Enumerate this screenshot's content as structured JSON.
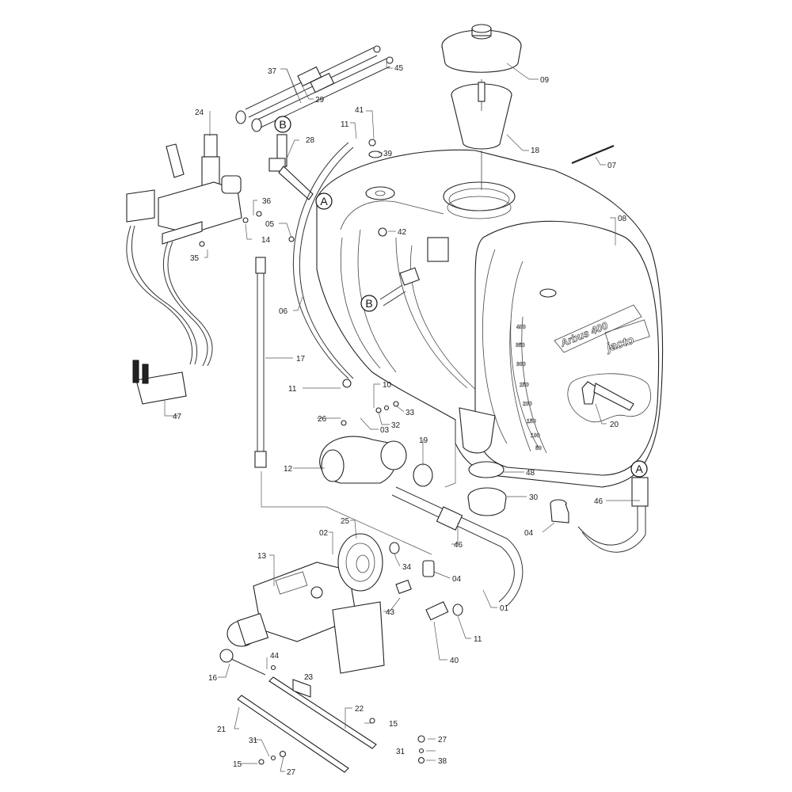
{
  "diagram": {
    "title": "Exploded parts view - sprayer tank, pump and control assembly",
    "tank": {
      "model_text": "Arbus 400",
      "brand_text": "jacto",
      "volume_graduations": [
        "400",
        "350",
        "300",
        "250",
        "200",
        "150",
        "100",
        "50"
      ]
    },
    "connectors": [
      {
        "id": "conn-b-top",
        "letter": "B"
      },
      {
        "id": "conn-a-top",
        "letter": "A"
      },
      {
        "id": "conn-b-tank",
        "letter": "B"
      },
      {
        "id": "conn-a-right",
        "letter": "A"
      }
    ],
    "callouts": [
      {
        "id": "c37",
        "number": "37"
      },
      {
        "id": "c45",
        "number": "45"
      },
      {
        "id": "c29",
        "number": "29"
      },
      {
        "id": "c09",
        "number": "09"
      },
      {
        "id": "c24",
        "number": "24"
      },
      {
        "id": "c41",
        "number": "41"
      },
      {
        "id": "c11a",
        "number": "11"
      },
      {
        "id": "c28",
        "number": "28"
      },
      {
        "id": "c39",
        "number": "39"
      },
      {
        "id": "c18",
        "number": "18"
      },
      {
        "id": "c07",
        "number": "07"
      },
      {
        "id": "c36",
        "number": "36"
      },
      {
        "id": "c05",
        "number": "05"
      },
      {
        "id": "c14",
        "number": "14"
      },
      {
        "id": "c42",
        "number": "42"
      },
      {
        "id": "c08",
        "number": "08"
      },
      {
        "id": "c35",
        "number": "35"
      },
      {
        "id": "c06",
        "number": "06"
      },
      {
        "id": "c17",
        "number": "17"
      },
      {
        "id": "c11b",
        "number": "11"
      },
      {
        "id": "c10",
        "number": "10"
      },
      {
        "id": "c33",
        "number": "33"
      },
      {
        "id": "c26",
        "number": "26"
      },
      {
        "id": "c32",
        "number": "32"
      },
      {
        "id": "c03",
        "number": "03"
      },
      {
        "id": "c47",
        "number": "47"
      },
      {
        "id": "c20",
        "number": "20"
      },
      {
        "id": "c19",
        "number": "19"
      },
      {
        "id": "c12",
        "number": "12"
      },
      {
        "id": "c48",
        "number": "48"
      },
      {
        "id": "c30",
        "number": "30"
      },
      {
        "id": "c46a",
        "number": "46"
      },
      {
        "id": "c46b",
        "number": "46"
      },
      {
        "id": "c04a",
        "number": "04"
      },
      {
        "id": "c02",
        "number": "02"
      },
      {
        "id": "c25",
        "number": "25"
      },
      {
        "id": "c13",
        "number": "13"
      },
      {
        "id": "c34",
        "number": "34"
      },
      {
        "id": "c04b",
        "number": "04"
      },
      {
        "id": "c43",
        "number": "43"
      },
      {
        "id": "c01",
        "number": "01"
      },
      {
        "id": "c11c",
        "number": "11"
      },
      {
        "id": "c40",
        "number": "40"
      },
      {
        "id": "c16",
        "number": "16"
      },
      {
        "id": "c44",
        "number": "44"
      },
      {
        "id": "c23",
        "number": "23"
      },
      {
        "id": "c22",
        "number": "22"
      },
      {
        "id": "c21",
        "number": "21"
      },
      {
        "id": "c15a",
        "number": "15"
      },
      {
        "id": "c27a",
        "number": "27"
      },
      {
        "id": "c31a",
        "number": "31"
      },
      {
        "id": "c38",
        "number": "38"
      },
      {
        "id": "c31b",
        "number": "31"
      },
      {
        "id": "c15b",
        "number": "15"
      },
      {
        "id": "c27b",
        "number": "27"
      }
    ]
  }
}
